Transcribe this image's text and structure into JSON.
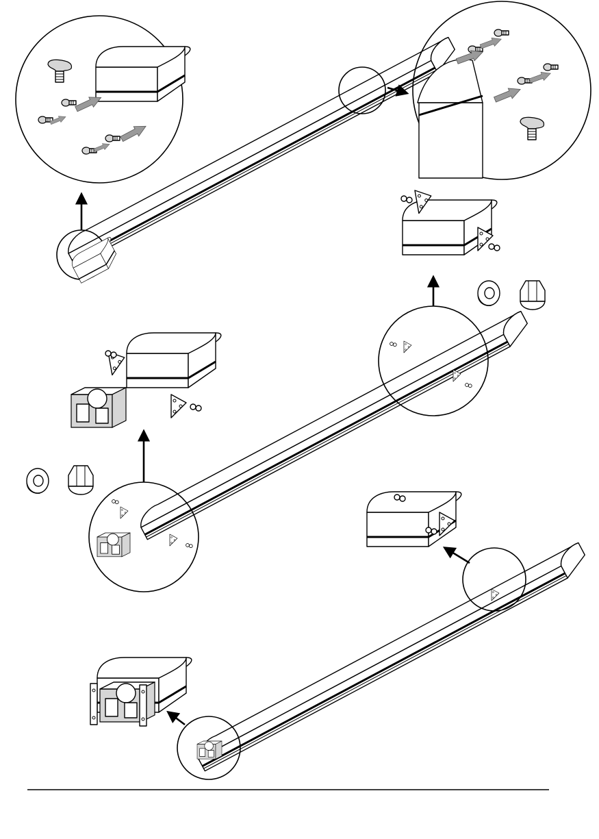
{
  "figure": {
    "footer_rule": true,
    "colors": {
      "ink": "#000000",
      "part_fill": "#ffffff",
      "part_shade": "#d6d6d6",
      "pointer_arrow": "#9a9a9a"
    },
    "icons": [
      "duct-profile",
      "t-bolt",
      "hex-nut",
      "washer",
      "cap-nut",
      "corner-bracket",
      "end-cap-block",
      "detail-magnifier-circle",
      "pointer-arrow"
    ],
    "steps": [
      {
        "id": "step-1",
        "elements": [
          "long-duct",
          "left-end-detail",
          "right-end-detail"
        ]
      },
      {
        "id": "step-2",
        "elements": [
          "long-duct",
          "bracket-detail",
          "fittings-left",
          "fittings-right"
        ]
      },
      {
        "id": "step-3",
        "elements": [
          "long-duct",
          "left-end-detail",
          "right-end-detail"
        ]
      }
    ]
  }
}
